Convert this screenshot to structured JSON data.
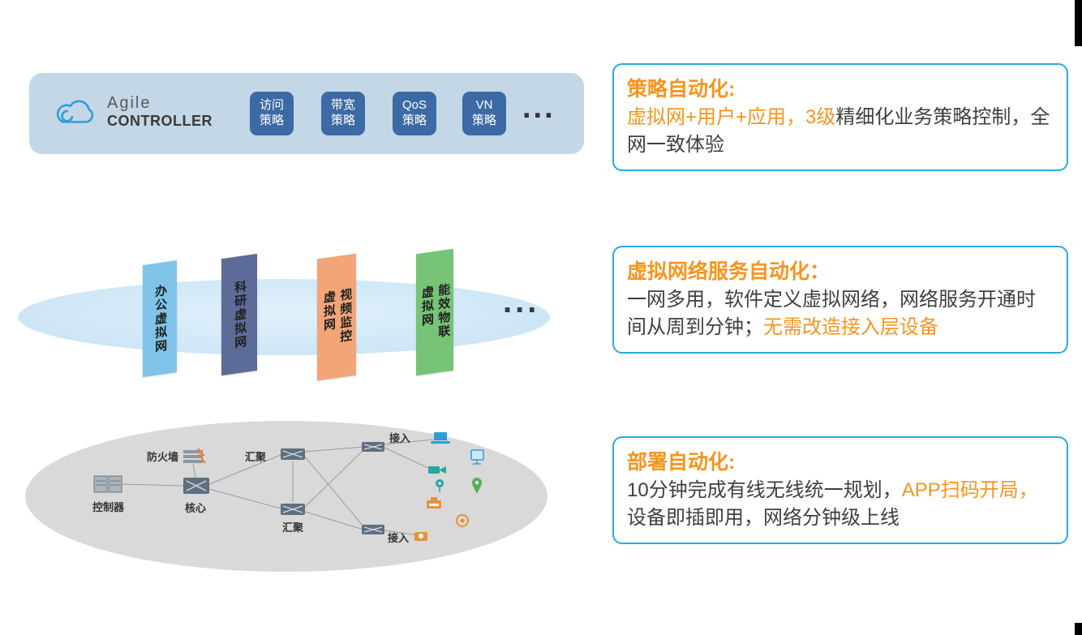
{
  "controller_bar": {
    "logo": {
      "line1": "Agile",
      "line2": "CONTROLLER"
    },
    "policies": [
      {
        "line1": "访问",
        "line2": "策略"
      },
      {
        "line1": "带宽",
        "line2": "策略"
      },
      {
        "line1": "QoS",
        "line2": "策略"
      },
      {
        "line1": "VN",
        "line2": "策略"
      }
    ],
    "ellipsis": "..."
  },
  "virtual_network_layer": {
    "panels": [
      {
        "label": "办公虚拟网",
        "color": "#7fc4e8"
      },
      {
        "label": "科研虚拟网",
        "color": "#5d6b99"
      },
      {
        "label": "视频监控\n虚拟网",
        "color": "#f2a578"
      },
      {
        "label": "能效物联\n虚拟网",
        "color": "#77c377"
      }
    ],
    "ellipsis": "..."
  },
  "physical_network": {
    "labels": {
      "controller": "控制器",
      "firewall": "防火墙",
      "core": "核心",
      "aggregation_top": "汇聚",
      "aggregation_bottom": "汇聚",
      "access_top": "接入",
      "access_bottom": "接入"
    }
  },
  "callouts": [
    {
      "title": "策略自动化:",
      "segments": [
        {
          "text": "虚拟网+用户+应用，3级",
          "emphasis": true
        },
        {
          "text": "精细化业务策略控制，全网一致体验",
          "emphasis": false
        }
      ]
    },
    {
      "title": "虚拟网络服务自动化：",
      "segments": [
        {
          "text": "一网多用，软件定义虚拟网络，网络服务开通时间从周到分钟；",
          "emphasis": false
        },
        {
          "text": "无需改造接入层设备",
          "emphasis": true
        }
      ]
    },
    {
      "title": "部署自动化:",
      "segments": [
        {
          "text": "10分钟完成有线无线统一规划，",
          "emphasis": false
        },
        {
          "text": "APP扫码开局，",
          "emphasis": true
        },
        {
          "text": "设备即插即用，网络分钟级上线",
          "emphasis": false
        }
      ]
    }
  ],
  "colors": {
    "accent_blue": "#29abe2",
    "accent_orange": "#f7941d",
    "bar_background": "#c4d7e7",
    "policy_button": "#3c6aa4",
    "vn_ellipse": "#cde6f6",
    "network_ellipse": "#d9d9d9"
  }
}
